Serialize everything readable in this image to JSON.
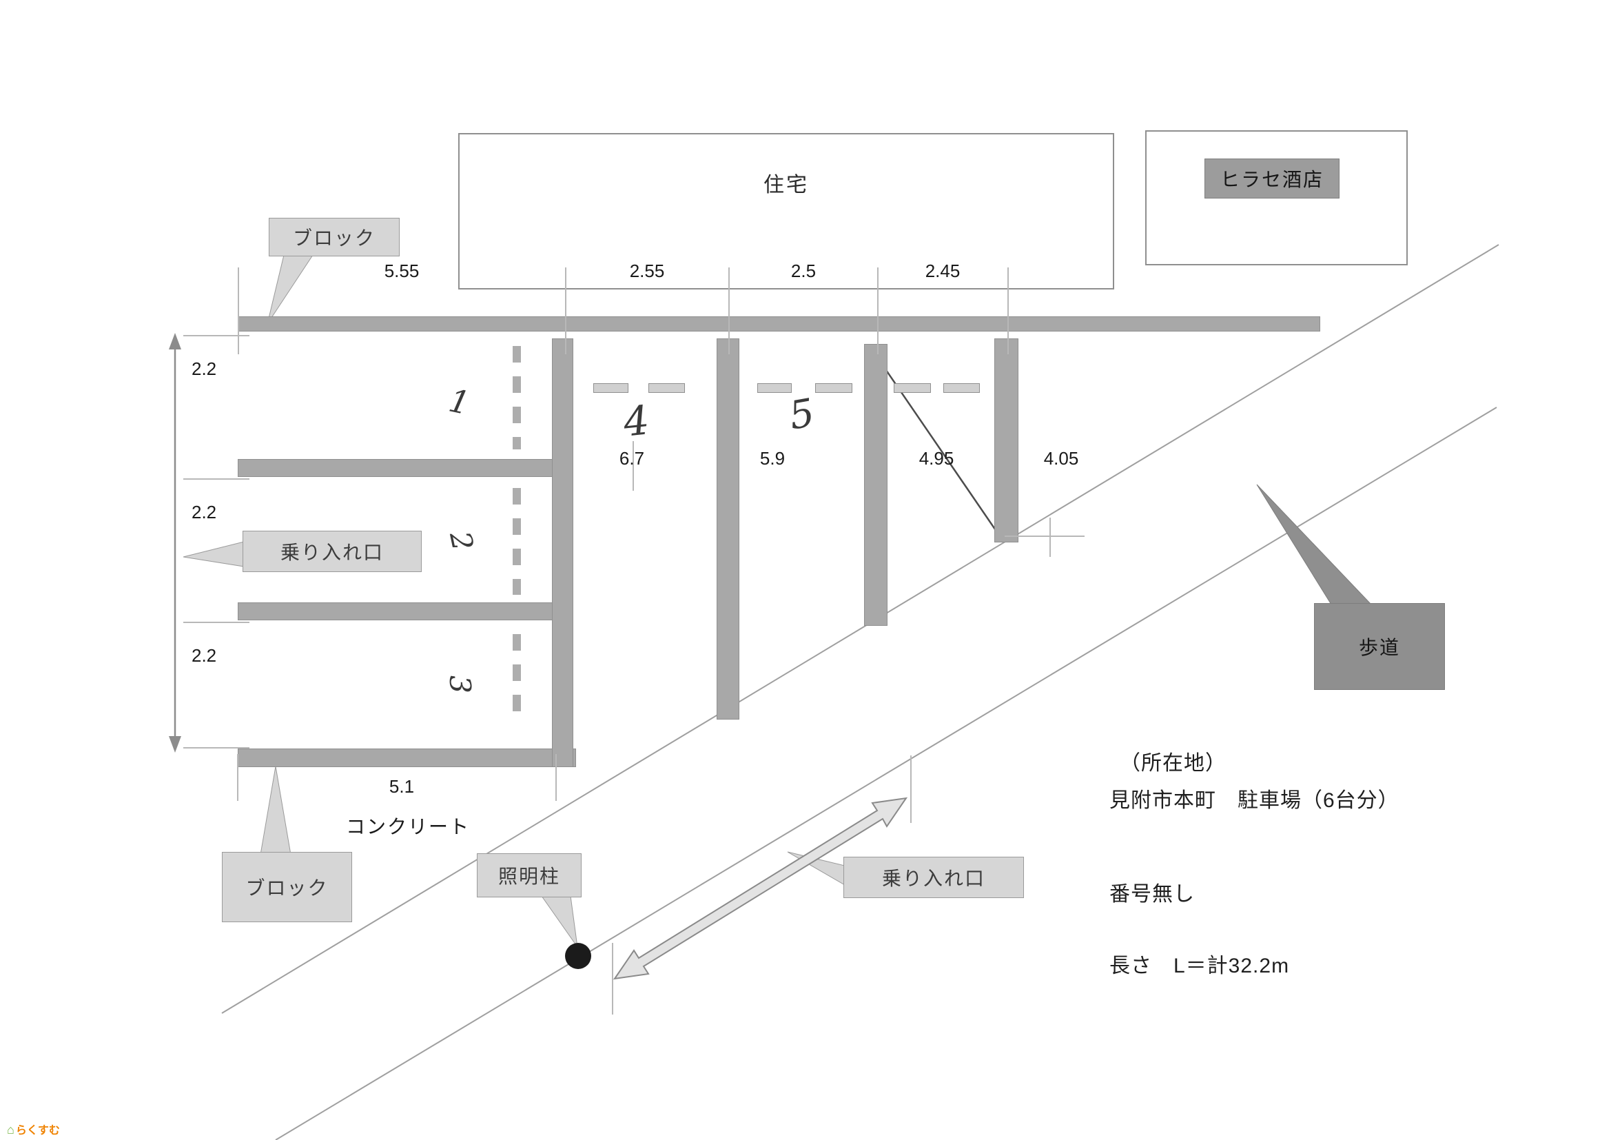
{
  "labels": {
    "building": "住宅",
    "shop": "ヒラセ酒店",
    "block_top": "ブロック",
    "block_bottom": "ブロック",
    "entrance_left": "乗り入れ口",
    "entrance_bottom": "乗り入れ口",
    "light_pole": "照明柱",
    "sidewalk": "歩道",
    "concrete": "コンクリート"
  },
  "measurements": {
    "top": [
      "5.55",
      "2.55",
      "2.5",
      "2.45"
    ],
    "left": [
      "2.2",
      "2.2",
      "2.2"
    ],
    "middle": [
      "6.7",
      "5.9",
      "4.95",
      "4.05"
    ],
    "bottom": "5.1"
  },
  "space_numbers": [
    "1",
    "2",
    "3",
    "4",
    "5"
  ],
  "info": {
    "location_heading": "（所在地）",
    "location": "見附市本町　駐車場（6台分）",
    "number_note": "番号無し",
    "length_note": "長さ　L＝計32.2m"
  },
  "footer": {
    "logo": "らくすむ"
  },
  "colors": {
    "bar_gray": "#a8a8a8",
    "callout_light": "#d6d6d6",
    "callout_dark": "#8f8f8f",
    "line_gray": "#9f9f9f"
  }
}
